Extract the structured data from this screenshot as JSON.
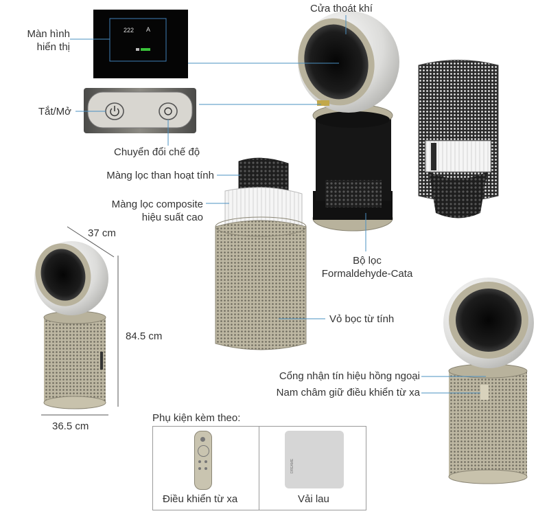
{
  "labels": {
    "display": [
      "Màn hình",
      "hiển thị"
    ],
    "outlet": "Cửa thoát khí",
    "power": "Tắt/Mở",
    "mode": "Chuyển đổi chế độ",
    "carbon_filter": "Màng lọc than hoạt tính",
    "composite_filter": [
      "Màng lọc composite",
      "hiệu suất cao"
    ],
    "formaldehyde_filter": [
      "Bộ lọc",
      "Formaldehyde-Cata"
    ],
    "magnetic_shell": "Vỏ bọc từ tính",
    "ir_port": "Cổng nhận tín hiệu hồng ngoại",
    "remote_magnet": "Nam châm giữ điều khiển từ xa"
  },
  "dimensions": {
    "depth": "37 cm",
    "height": "84.5 cm",
    "width": "36.5 cm"
  },
  "accessories": {
    "title": "Phụ kiện kèm theo:",
    "remote": "Điều khiển từ xa",
    "cloth": "Vải lau",
    "cloth_brand": "DREAME"
  },
  "display_readout": "222",
  "colors": {
    "shell_gold": "#b8b29c",
    "sphere_white": "#e8e8e6",
    "body_black": "#161616",
    "leader_line": "#4a90c2"
  }
}
